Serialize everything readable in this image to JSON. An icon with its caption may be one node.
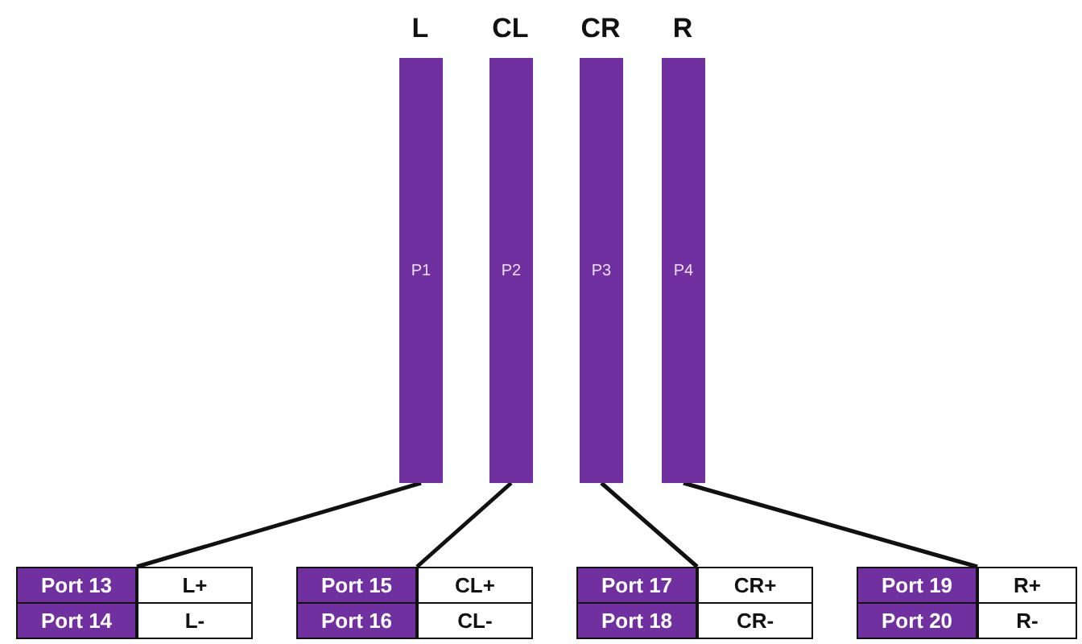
{
  "diagram": {
    "nodes": [
      {
        "text": [
          "L",
          "P1"
        ]
      },
      {
        "text": [
          "CL",
          "P2"
        ]
      },
      {
        "text": [
          "CR",
          "P3"
        ]
      },
      {
        "text": [
          "R",
          "P4"
        ]
      },
      {
        "text": [],
        "shape": "box"
      },
      {
        "text": [
          "Port 13"
        ],
        "in": 4
      },
      {
        "text": [
          "L+"
        ],
        "in": 4
      },
      {
        "text": [
          "Port 14"
        ],
        "in": 4
      },
      {
        "text": [
          "L-"
        ],
        "in": 4
      },
      {
        "text": [],
        "shape": "box"
      },
      {
        "text": [
          "Port 15"
        ],
        "in": 9
      },
      {
        "text": [
          "CL+"
        ],
        "in": 9
      },
      {
        "text": [
          "Port 16"
        ],
        "in": 9
      },
      {
        "text": [
          "CL-"
        ],
        "in": 9
      },
      {
        "text": [],
        "shape": "box"
      },
      {
        "text": [
          "Port 17"
        ],
        "in": 14
      },
      {
        "text": [
          "CR+"
        ],
        "in": 14
      },
      {
        "text": [
          "Port 18"
        ],
        "in": 14
      },
      {
        "text": [
          "CR-"
        ],
        "in": 14
      },
      {
        "text": [],
        "shape": "box"
      },
      {
        "text": [
          "Port 19"
        ],
        "in": 19
      },
      {
        "text": [
          "R+"
        ],
        "in": 19
      },
      {
        "text": [
          "Port 20"
        ],
        "in": 19
      },
      {
        "text": [
          "R-"
        ],
        "in": 19
      }
    ],
    "edges": [
      {
        "from": 0,
        "to": 4,
        "arrow": "none"
      },
      {
        "from": 1,
        "to": 9,
        "arrow": "none"
      },
      {
        "from": 2,
        "to": 14,
        "arrow": "none"
      },
      {
        "from": 3,
        "to": 19,
        "arrow": "none"
      }
    ]
  }
}
